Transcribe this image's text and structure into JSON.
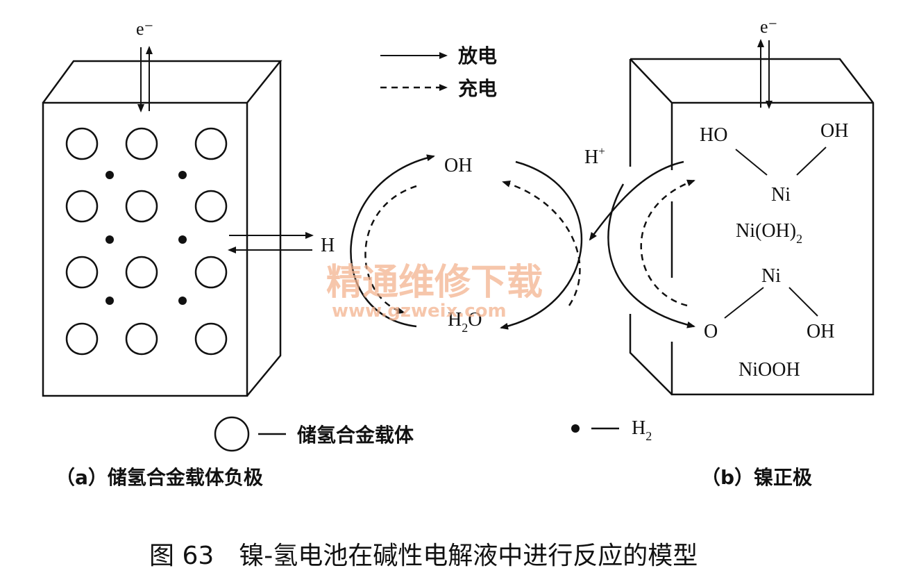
{
  "legend": {
    "discharge_label": "放电",
    "charge_label": "充电",
    "alloy_label": "储氢合金载体",
    "h2_label": "H",
    "h2_sub": "2"
  },
  "electron": {
    "left": "e⁻",
    "right": "e⁻"
  },
  "center": {
    "h_label": "H",
    "oh_label": "OH",
    "h2o_main": "H",
    "h2o_sub": "2",
    "h2o_tail": "O",
    "hplus_main": "H",
    "hplus_sup": "+"
  },
  "right_electrode": {
    "ho_left": "HO",
    "oh_right": "OH",
    "ni_top": "Ni",
    "nioh2_main": "Ni(OH)",
    "nioh2_sub": "2",
    "ni_bottom": "Ni",
    "o_label": "O",
    "oh_bottom": "OH",
    "niooh_label": "NiOOH"
  },
  "captions": {
    "left": "（a）储氢合金载体负极",
    "right": "（b）镍正极"
  },
  "figure_title": "图 63　镍-氢电池在碱性电解液中进行反应的模型",
  "watermark": {
    "text": "精通维修下载",
    "url": "www.gzweix.com"
  }
}
